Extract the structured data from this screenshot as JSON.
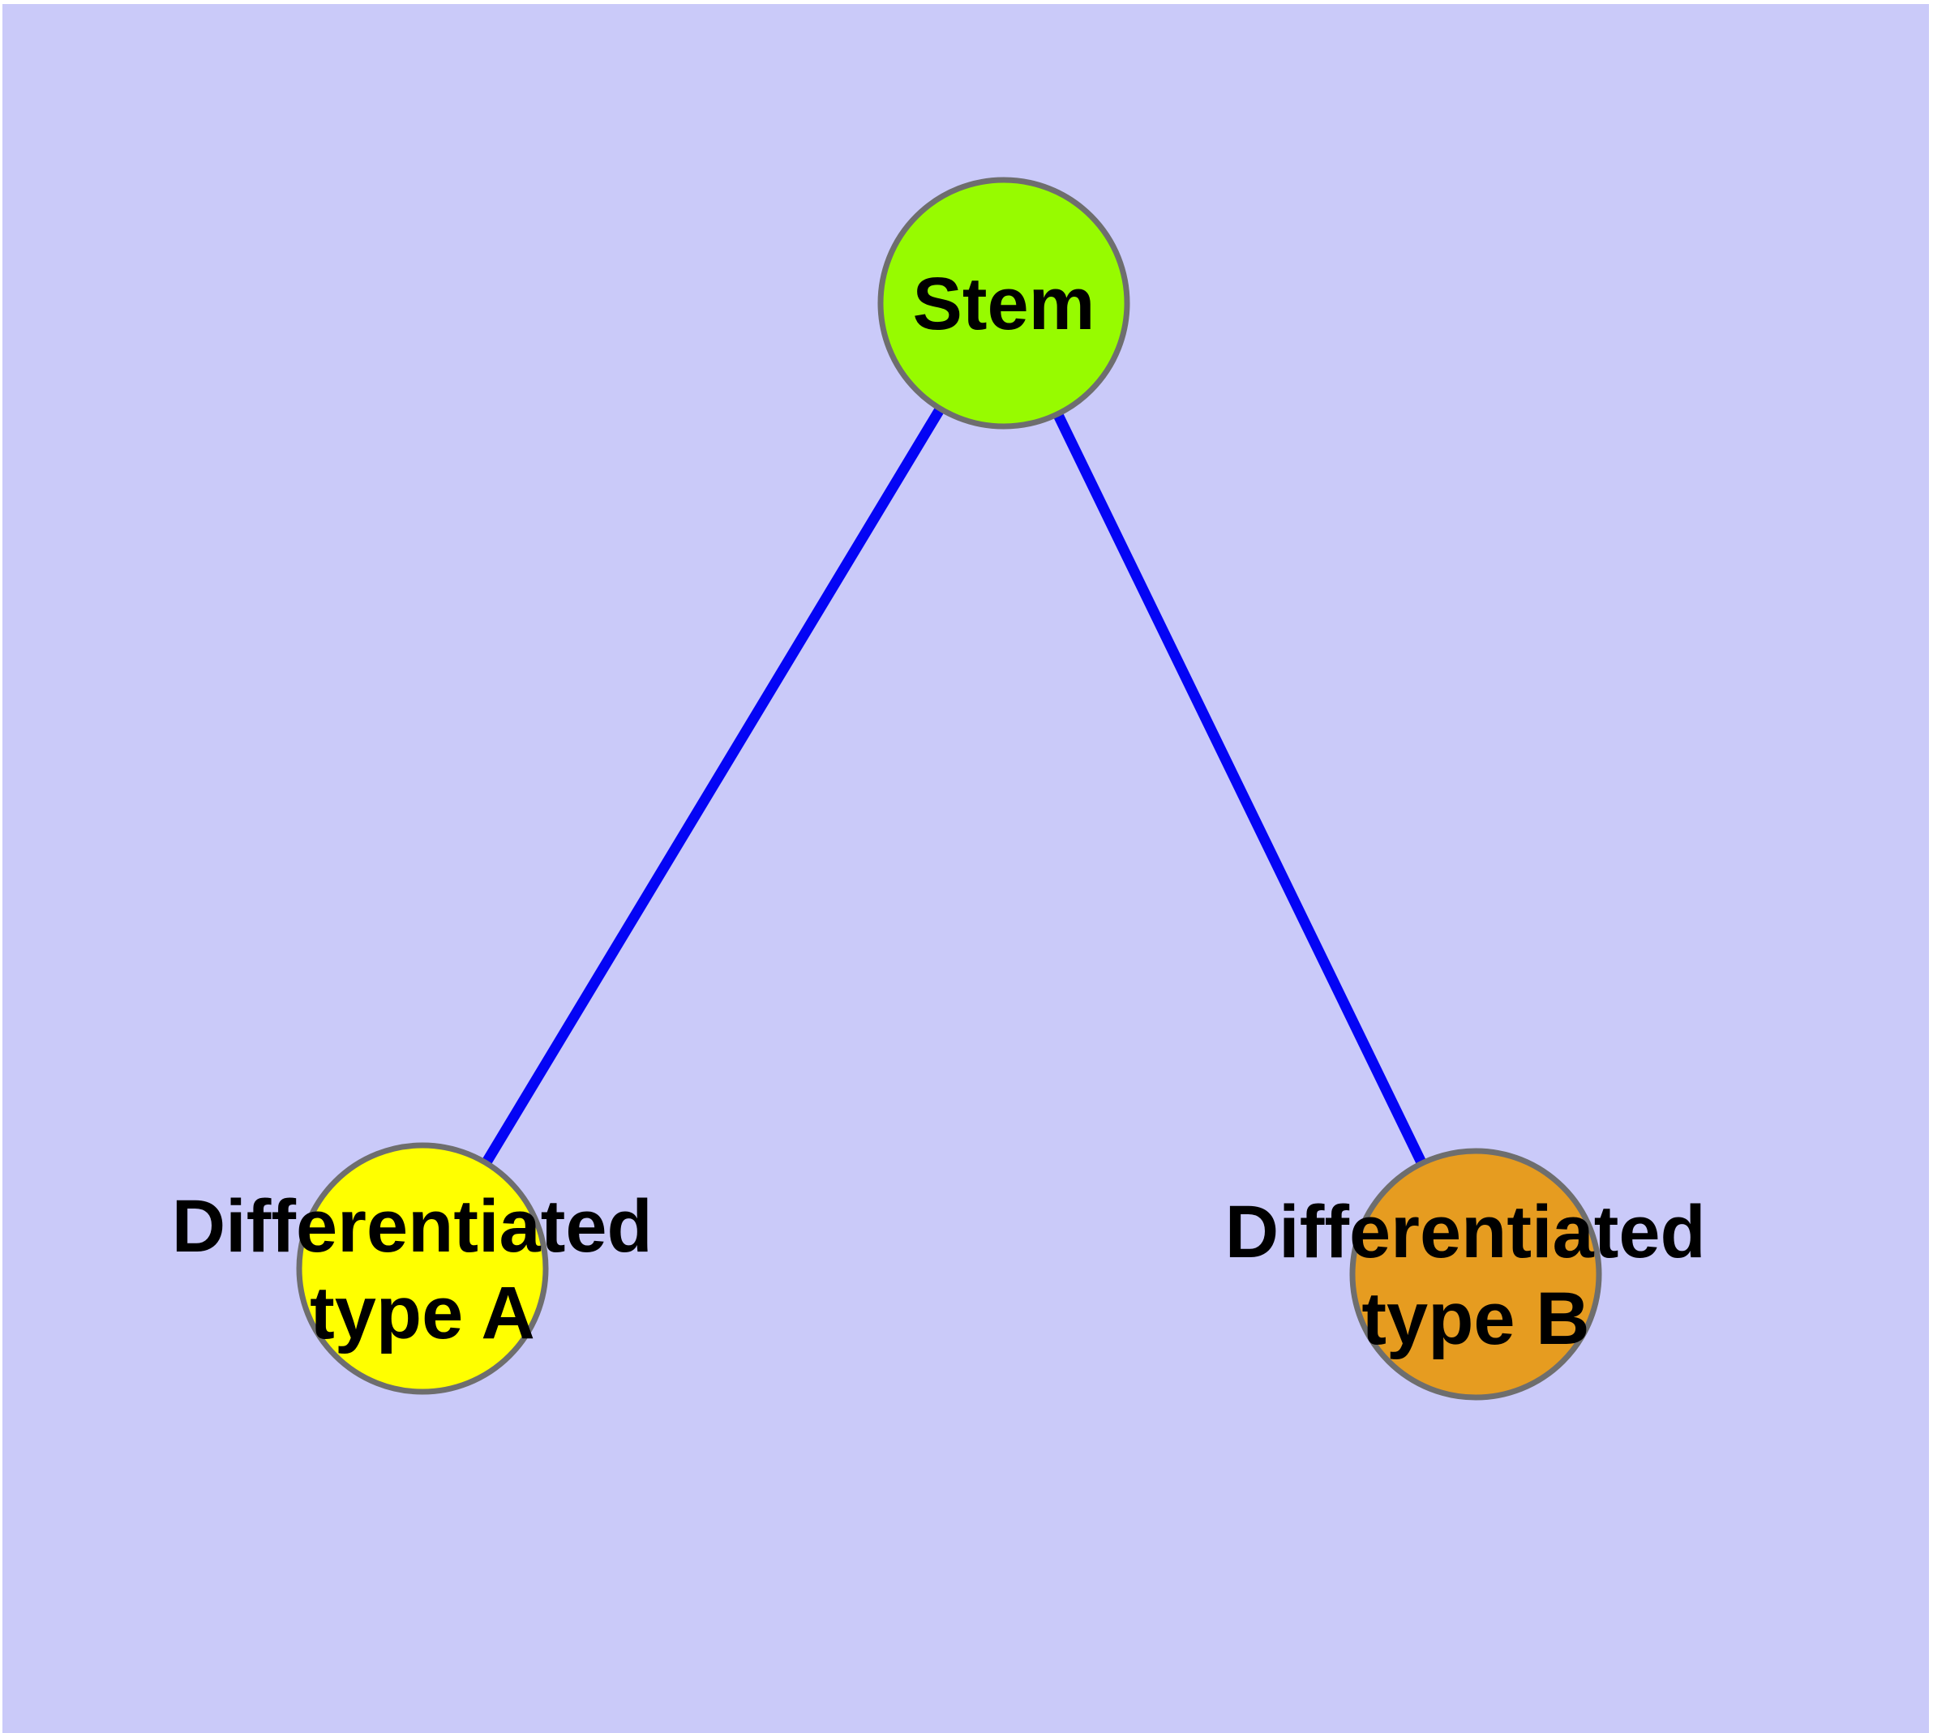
{
  "diagram": {
    "description": "Stem cell differentiation graph",
    "background_color": "#cacaf9",
    "page_border_color": "#ffffff",
    "node_stroke_color": "#6e6e6e",
    "edge_color": "#0404f5",
    "label_color": "#000000",
    "nodes": [
      {
        "id": "stem",
        "label": "Stem",
        "fill": "#97fb00"
      },
      {
        "id": "differentiated-type-a",
        "label": "Differentiated type A",
        "label_lines": [
          "Differentiated",
          "type A"
        ],
        "fill": "#ffff00"
      },
      {
        "id": "differentiated-type-b",
        "label": "Differentiated type B",
        "label_lines": [
          "Differentiated",
          "type B"
        ],
        "fill": "#e69c20"
      }
    ],
    "edges": [
      {
        "from": "Stem",
        "to": "Differentiated type A"
      },
      {
        "from": "Stem",
        "to": "Differentiated type B"
      }
    ]
  }
}
